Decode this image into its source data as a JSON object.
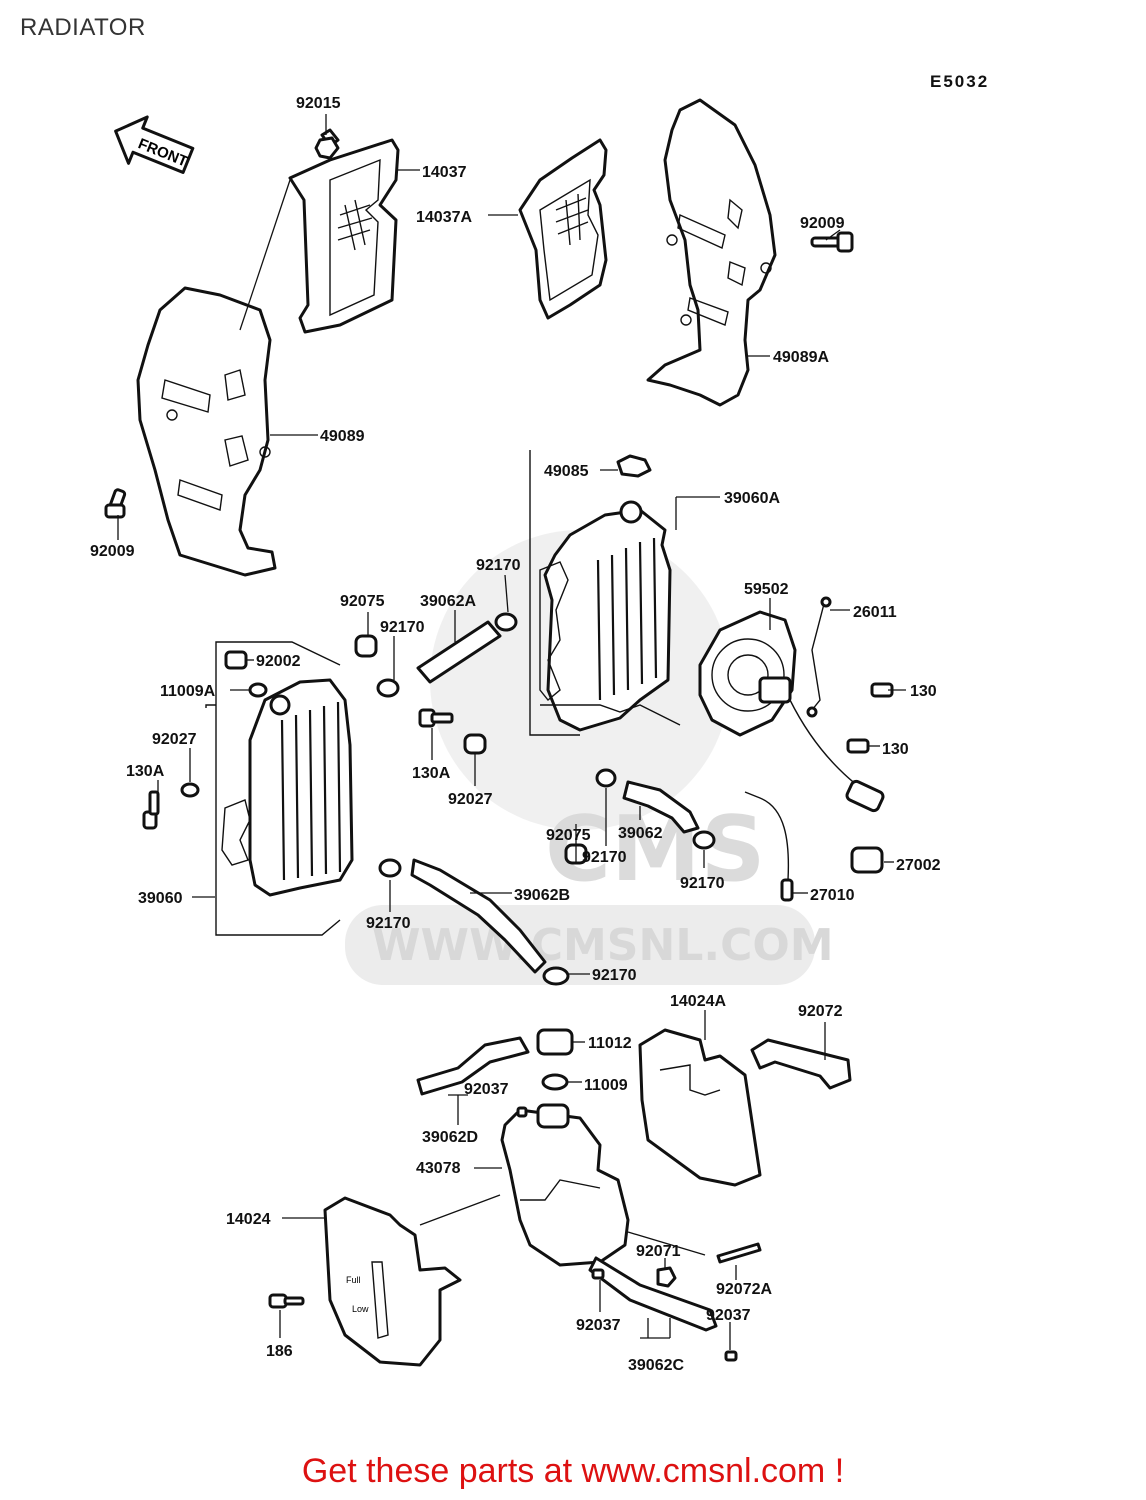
{
  "page": {
    "title": "RADIATOR",
    "diagram_code": "E5032",
    "footer": "Get these parts at www.cmsnl.com !"
  },
  "diagram": {
    "front_arrow": "FRONT",
    "watermark": {
      "logo": "CMS",
      "url": "WWW.CMSNL.COM"
    },
    "tank_markings": {
      "full": "Full",
      "low": "Low"
    },
    "labels": [
      "92015",
      "14037",
      "14037A",
      "92009",
      "49089A",
      "49089",
      "92009",
      "49085",
      "39060A",
      "92170",
      "59502",
      "26011",
      "92075",
      "39062A",
      "92170",
      "92002",
      "11009A",
      "130",
      "92027",
      "130A",
      "130",
      "130A",
      "92027",
      "92075",
      "39062",
      "92170",
      "92170",
      "27002",
      "39060",
      "39062B",
      "27010",
      "92170",
      "92170",
      "14024A",
      "92072",
      "11012",
      "92037",
      "11009",
      "39062D",
      "43078",
      "14024",
      "92071",
      "92072A",
      "92037",
      "92037",
      "186",
      "39062C"
    ]
  },
  "colors": {
    "ink": "#111111",
    "footer": "#dd1111",
    "watermark": "#e4e4e4"
  }
}
